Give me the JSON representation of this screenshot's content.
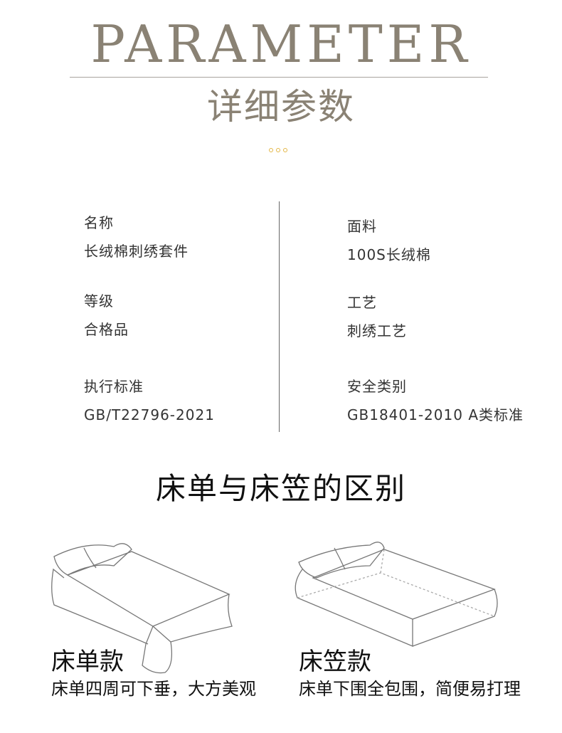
{
  "header": {
    "title_en": "PARAMETER",
    "title_cn": "详细参数"
  },
  "params": [
    {
      "label": "名称",
      "value": "长绒棉刺绣套件"
    },
    {
      "label": "面料",
      "value": "100S长绒棉"
    },
    {
      "label": "等级",
      "value": "合格品"
    },
    {
      "label": "工艺",
      "value": "刺绣工艺"
    },
    {
      "label": "执行标准",
      "value": "GB/T22796-2021"
    },
    {
      "label": "安全类别",
      "value": "GB18401-2010 A类标准"
    }
  ],
  "comparison": {
    "title": "床单与床笠的区别",
    "items": [
      {
        "name": "床单款",
        "desc": "床单四周可下垂，大方美观"
      },
      {
        "name": "床笠款",
        "desc": "床单下围全包围，简便易打理"
      }
    ]
  },
  "colors": {
    "title": "#8a8274",
    "dots": "#e3b645"
  }
}
